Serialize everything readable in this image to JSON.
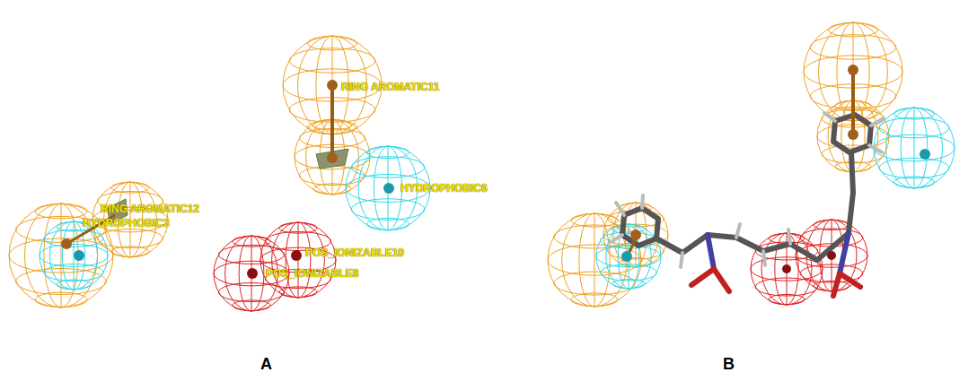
{
  "diagram": {
    "labels": [
      "RING AROMATIC11",
      "HYDROPHOBIC6",
      "RING AROMATIC12",
      "HYDROPHOBIC3",
      "POS_IONIZABLE10",
      "POS_IONIZABLE8",
      "A",
      "B"
    ]
  }
}
